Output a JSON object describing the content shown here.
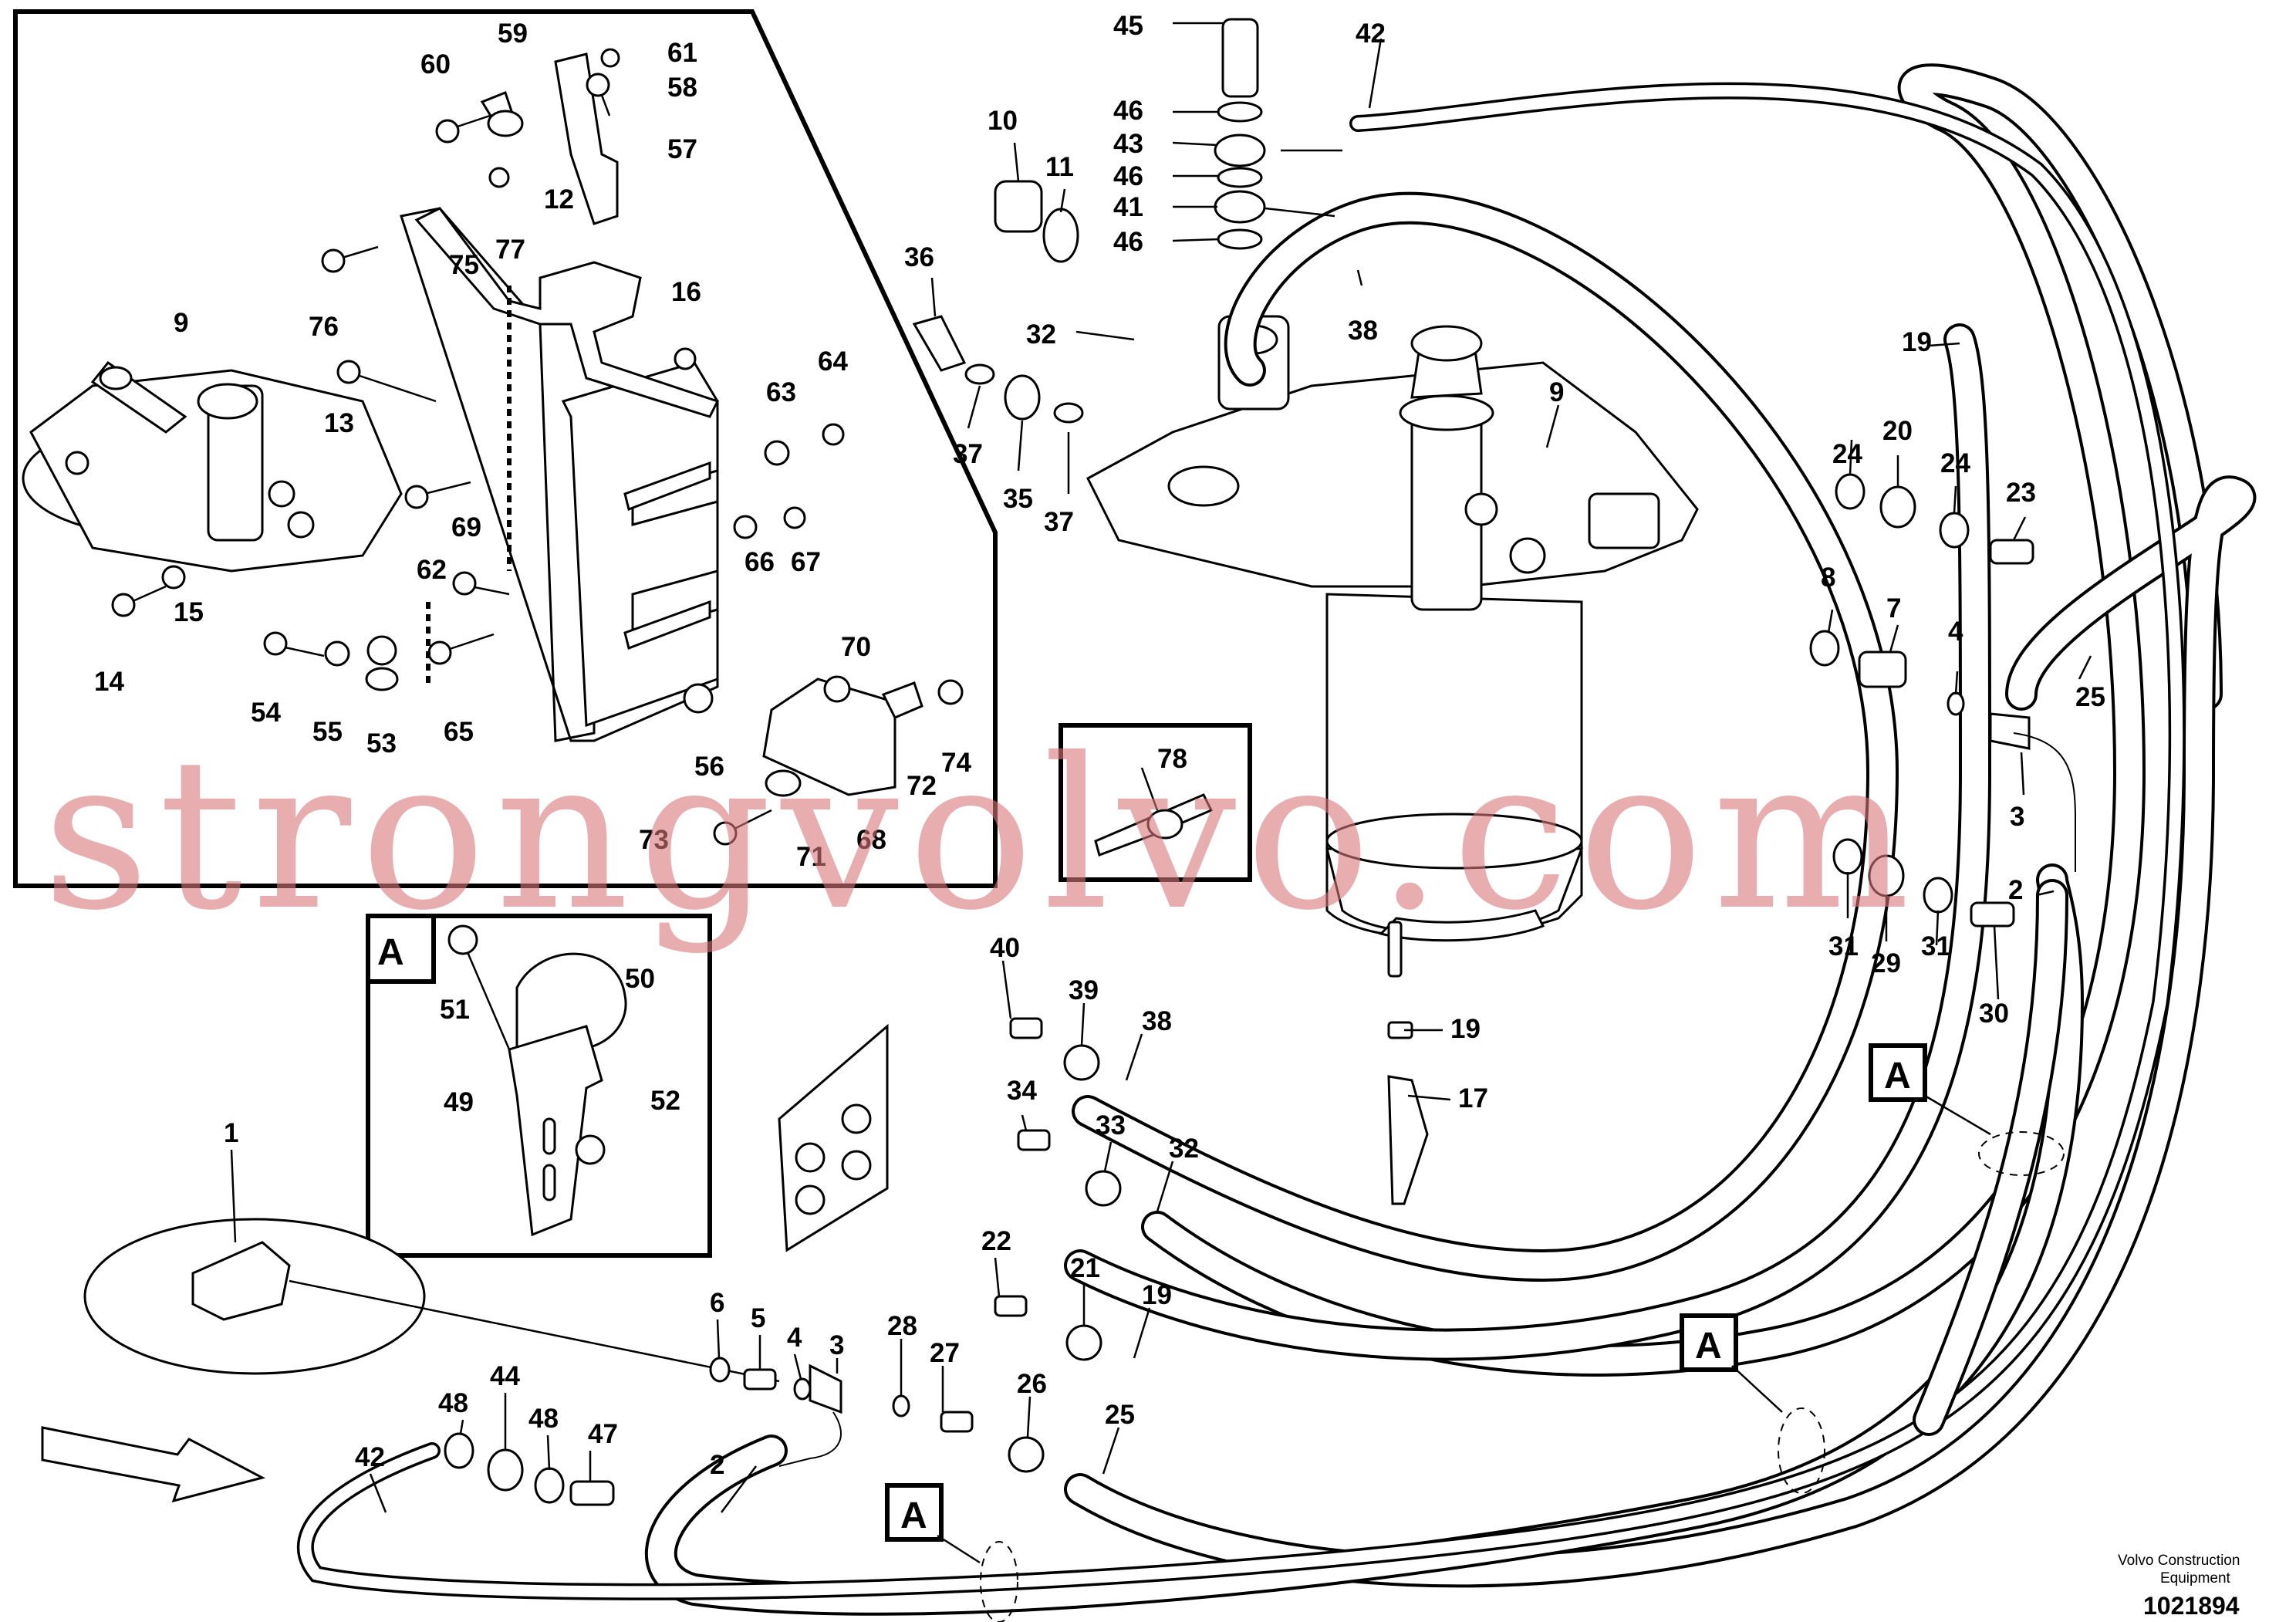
{
  "callouts": [
    "1",
    "2",
    "3",
    "4",
    "5",
    "6",
    "7",
    "8",
    "9",
    "10",
    "11",
    "12",
    "13",
    "14",
    "15",
    "16",
    "17",
    "19",
    "20",
    "21",
    "22",
    "23",
    "24",
    "25",
    "26",
    "27",
    "28",
    "29",
    "30",
    "31",
    "32",
    "33",
    "34",
    "35",
    "36",
    "37",
    "38",
    "39",
    "40",
    "41",
    "42",
    "43",
    "44",
    "45",
    "46",
    "47",
    "48",
    "49",
    "50",
    "51",
    "52",
    "53",
    "54",
    "55",
    "56",
    "57",
    "58",
    "59",
    "60",
    "61",
    "62",
    "63",
    "64",
    "65",
    "66",
    "67",
    "68",
    "69",
    "70",
    "71",
    "72",
    "73",
    "74",
    "75",
    "76",
    "77",
    "78"
  ],
  "view_marker": "A",
  "footer": {
    "maker_line1": "Volvo Construction",
    "maker_line2": "Equipment",
    "drawing_number": "1021894"
  },
  "watermark": "strongvolvo.com"
}
